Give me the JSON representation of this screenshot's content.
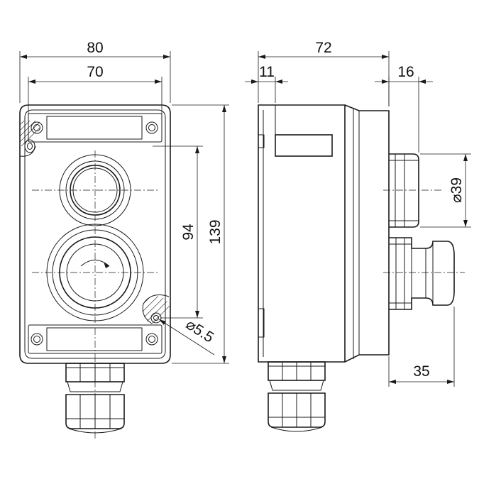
{
  "dimensions": {
    "front_width_overall": "80",
    "front_width_mounting": "70",
    "front_height_mounting": "94",
    "front_height_overall": "139",
    "mounting_hole": "⌀5.5",
    "side_depth_overall": "72",
    "side_lid_offset": "11",
    "side_button_height": "16",
    "side_button_diameter": "⌀39",
    "side_mushroom_height": "35"
  },
  "colors": {
    "line": "#1a1a1a",
    "background": "#ffffff"
  },
  "icons": {
    "rotate_release_arrow": "rotate-arrow-icon"
  }
}
